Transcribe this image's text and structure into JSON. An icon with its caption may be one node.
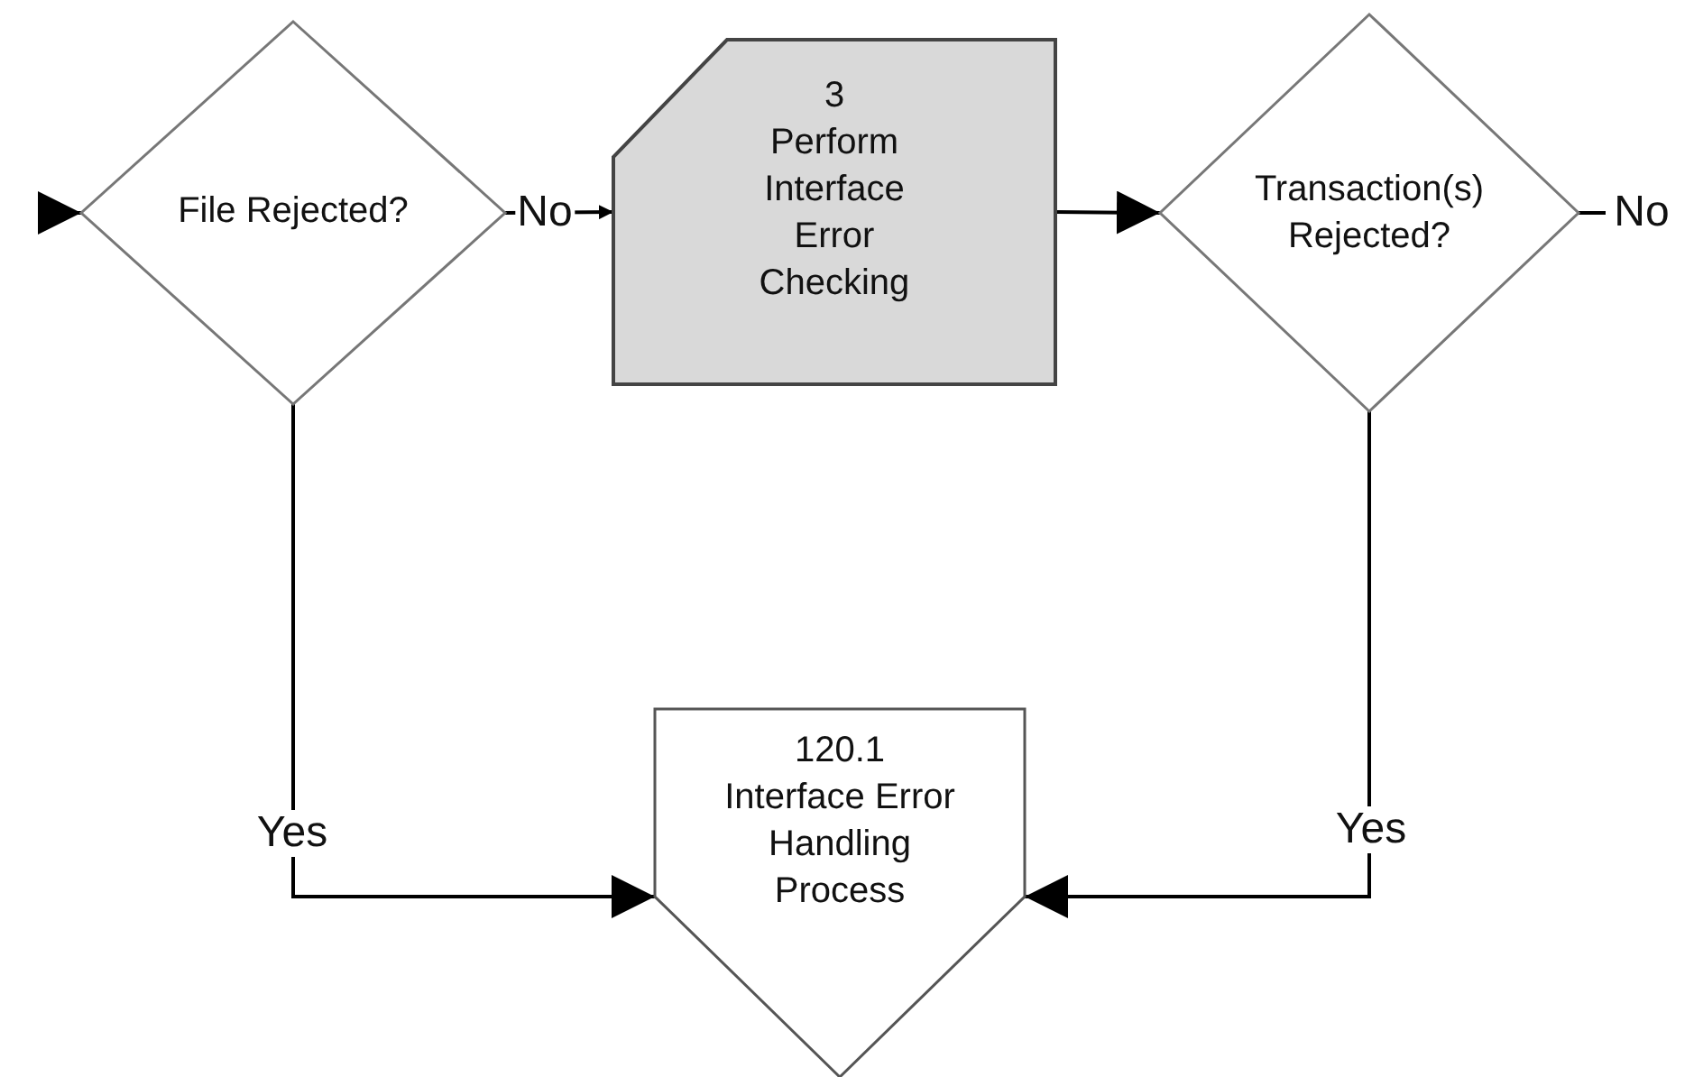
{
  "diagram": {
    "nodes": [
      {
        "text": [
          "File Rejected?"
        ]
      },
      {
        "text": [
          "3",
          "Perform Interface Error Checking"
        ]
      },
      {
        "text": [
          "Transaction(s) Rejected?"
        ]
      },
      {
        "text": [
          "120.1",
          "Interface Error Handling Process"
        ]
      }
    ],
    "edges": [
      {
        "from": null,
        "to": 0,
        "arrow": "to"
      },
      {
        "from": 0,
        "to": 1,
        "label": "No",
        "arrow": "to"
      },
      {
        "from": 1,
        "to": 2,
        "arrow": "to"
      },
      {
        "from": 2,
        "to": null,
        "label": "No",
        "arrow": "none"
      },
      {
        "from": 0,
        "to": 3,
        "label": "Yes",
        "arrow": "to"
      },
      {
        "from": 2,
        "to": 3,
        "label": "Yes",
        "arrow": "to"
      }
    ]
  }
}
